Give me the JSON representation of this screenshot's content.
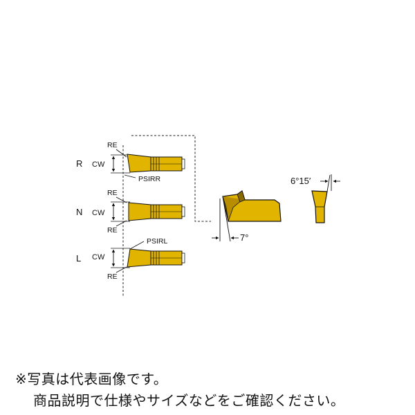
{
  "diagram": {
    "variants": {
      "r": {
        "code": "R",
        "width": "CW",
        "radius_top": "RE",
        "angle": "PSIRR"
      },
      "n": {
        "code": "N",
        "width": "CW",
        "radius_top": "RE",
        "radius_bottom": "RE"
      },
      "l": {
        "code": "L",
        "width": "CW",
        "radius_bottom": "RE",
        "angle": "PSIRL"
      }
    },
    "side_view_angle": "7°",
    "end_view_angle": "6°15′"
  },
  "colors": {
    "insert_fill": "#e1b400",
    "insert_dark": "#b88e00",
    "insert_shadow": "#8a6a00",
    "outline": "#111111"
  },
  "notes": {
    "line1": "※写真は代表画像です。",
    "line2": "商品説明で仕様やサイズなどをご確認ください。"
  }
}
